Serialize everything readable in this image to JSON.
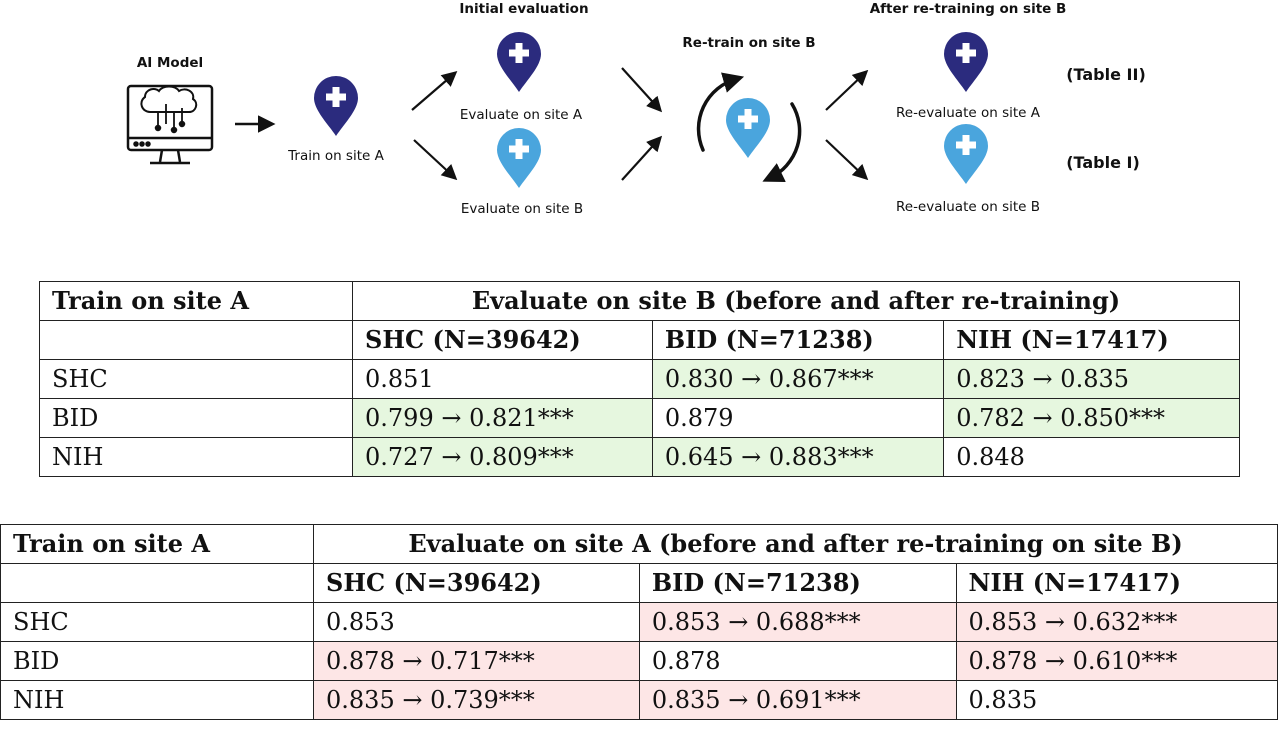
{
  "diagram": {
    "ai_model": "AI Model",
    "train_site_a": "Train on site A",
    "initial_evaluation": "Initial evaluation",
    "evaluate_site_a": "Evaluate on site A",
    "evaluate_site_b": "Evaluate on site B",
    "retrain_site_b": "Re-train on site B",
    "after_retraining": "After re-training on site B",
    "reevaluate_site_a": "Re-evaluate on site A",
    "reevaluate_site_b": "Re-evaluate on site B",
    "table_ii": "(Table II)",
    "table_i": "(Table I)",
    "colors": {
      "dark_pin": "#2b2b7e",
      "light_pin": "#4aa5dd",
      "green_cell": "#e6f7df",
      "red_cell": "#fde6e6"
    }
  },
  "table1": {
    "corner": "Train on site A",
    "header": "Evaluate on site B (before and after re-training)",
    "columns": [
      "SHC (N=39642)",
      "BID (N=71238)",
      "NIH (N=17417)"
    ],
    "rows": [
      {
        "label": "SHC",
        "cells": [
          "0.851",
          "0.830 → 0.867***",
          "0.823 → 0.835"
        ]
      },
      {
        "label": "BID",
        "cells": [
          "0.799 → 0.821***",
          "0.879",
          "0.782 → 0.850***"
        ]
      },
      {
        "label": "NIH",
        "cells": [
          "0.727 → 0.809***",
          "0.645 → 0.883***",
          "0.848"
        ]
      }
    ]
  },
  "table2": {
    "corner": "Train on site A",
    "header": "Evaluate on site A (before and after re-training on site B)",
    "columns": [
      "SHC (N=39642)",
      "BID (N=71238)",
      "NIH (N=17417)"
    ],
    "rows": [
      {
        "label": "SHC",
        "cells": [
          "0.853",
          "0.853 → 0.688***",
          "0.853 → 0.632***"
        ]
      },
      {
        "label": "BID",
        "cells": [
          "0.878 → 0.717***",
          "0.878",
          "0.878 → 0.610***"
        ]
      },
      {
        "label": "NIH",
        "cells": [
          "0.835 → 0.739***",
          "0.835 → 0.691***",
          "0.835"
        ]
      }
    ]
  }
}
